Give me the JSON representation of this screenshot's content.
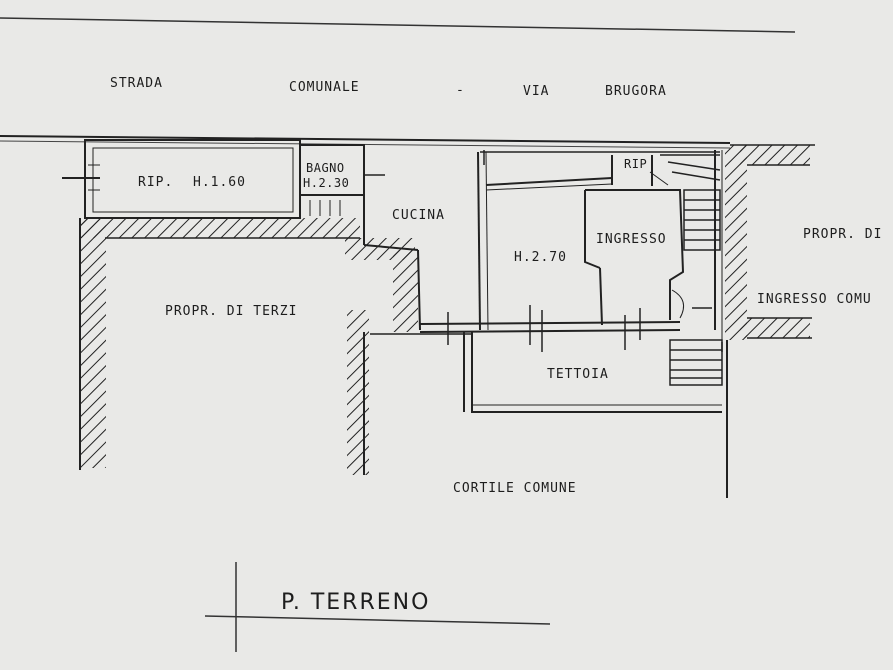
{
  "street": {
    "words": [
      "STRADA",
      "COMUNALE",
      "-",
      "VIA",
      "BRUGORA"
    ]
  },
  "rooms": {
    "rip_left": "RIP.",
    "rip_left_height": "H.1.60",
    "bagno": "BAGNO",
    "bagno_height": "H.2.30",
    "cucina": "CUCINA",
    "rip_right": "RIP",
    "room_height": "H.2.70",
    "ingresso": "INGRESSO",
    "tettoia": "TETTOIA"
  },
  "surroundings": {
    "propr_terzi": "PROPR. DI TERZI",
    "propr_right": "PROPR. DI",
    "ingresso_comune": "INGRESSO COMU",
    "cortile": "CORTILE COMUNE"
  },
  "floor_title": "P. TERRENO"
}
